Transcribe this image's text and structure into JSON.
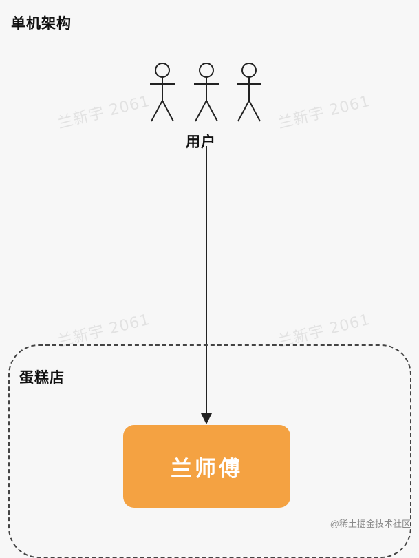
{
  "diagram": {
    "title": "单机架构",
    "users_label": "用户",
    "container_label": "蛋糕店",
    "node_label": "兰师傅",
    "watermark_text": "兰新宇 2061",
    "credit_text": "@稀土掘金技术社区",
    "colors": {
      "node_fill": "#f4a242",
      "node_text": "#ffffff",
      "line": "#222222",
      "container_border": "#444444"
    }
  }
}
